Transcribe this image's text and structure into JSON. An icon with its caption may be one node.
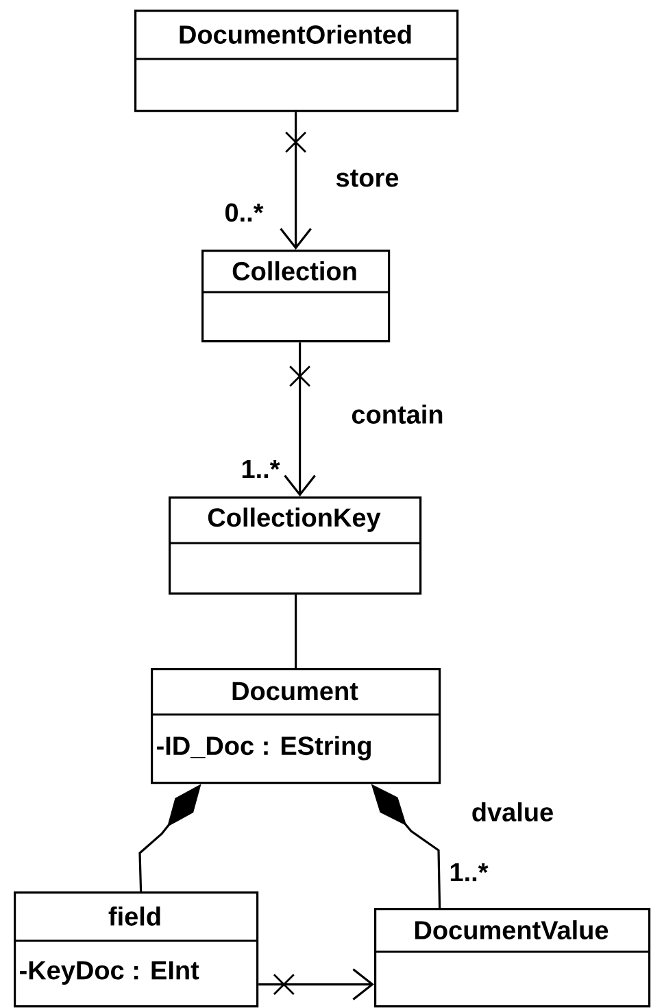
{
  "diagram": {
    "nodes": [
      {
        "text": [
          "DocumentOriented"
        ]
      },
      {
        "text": [
          "Collection"
        ]
      },
      {
        "text": [
          "CollectionKey"
        ]
      },
      {
        "text": [
          "Document",
          "-ID_Doc : EString"
        ]
      },
      {
        "text": [
          "field",
          "-KeyDoc : EInt"
        ]
      },
      {
        "text": [
          "DocumentValue"
        ]
      }
    ],
    "edges": [
      {
        "from": 0,
        "to": 1,
        "arrow": "to",
        "label": "store"
      },
      {
        "from": 1,
        "to": 2,
        "arrow": "to",
        "label": "contain"
      },
      {
        "from": 2,
        "to": 3,
        "arrow": "none"
      },
      {
        "from": 4,
        "to": 3,
        "arrow": "other"
      },
      {
        "from": 5,
        "to": 3,
        "arrow": "other",
        "label": "dvalue"
      },
      {
        "from": 4,
        "to": 5,
        "arrow": "to"
      }
    ],
    "labels": [
      "0..*",
      "1..*",
      "1..*"
    ]
  }
}
